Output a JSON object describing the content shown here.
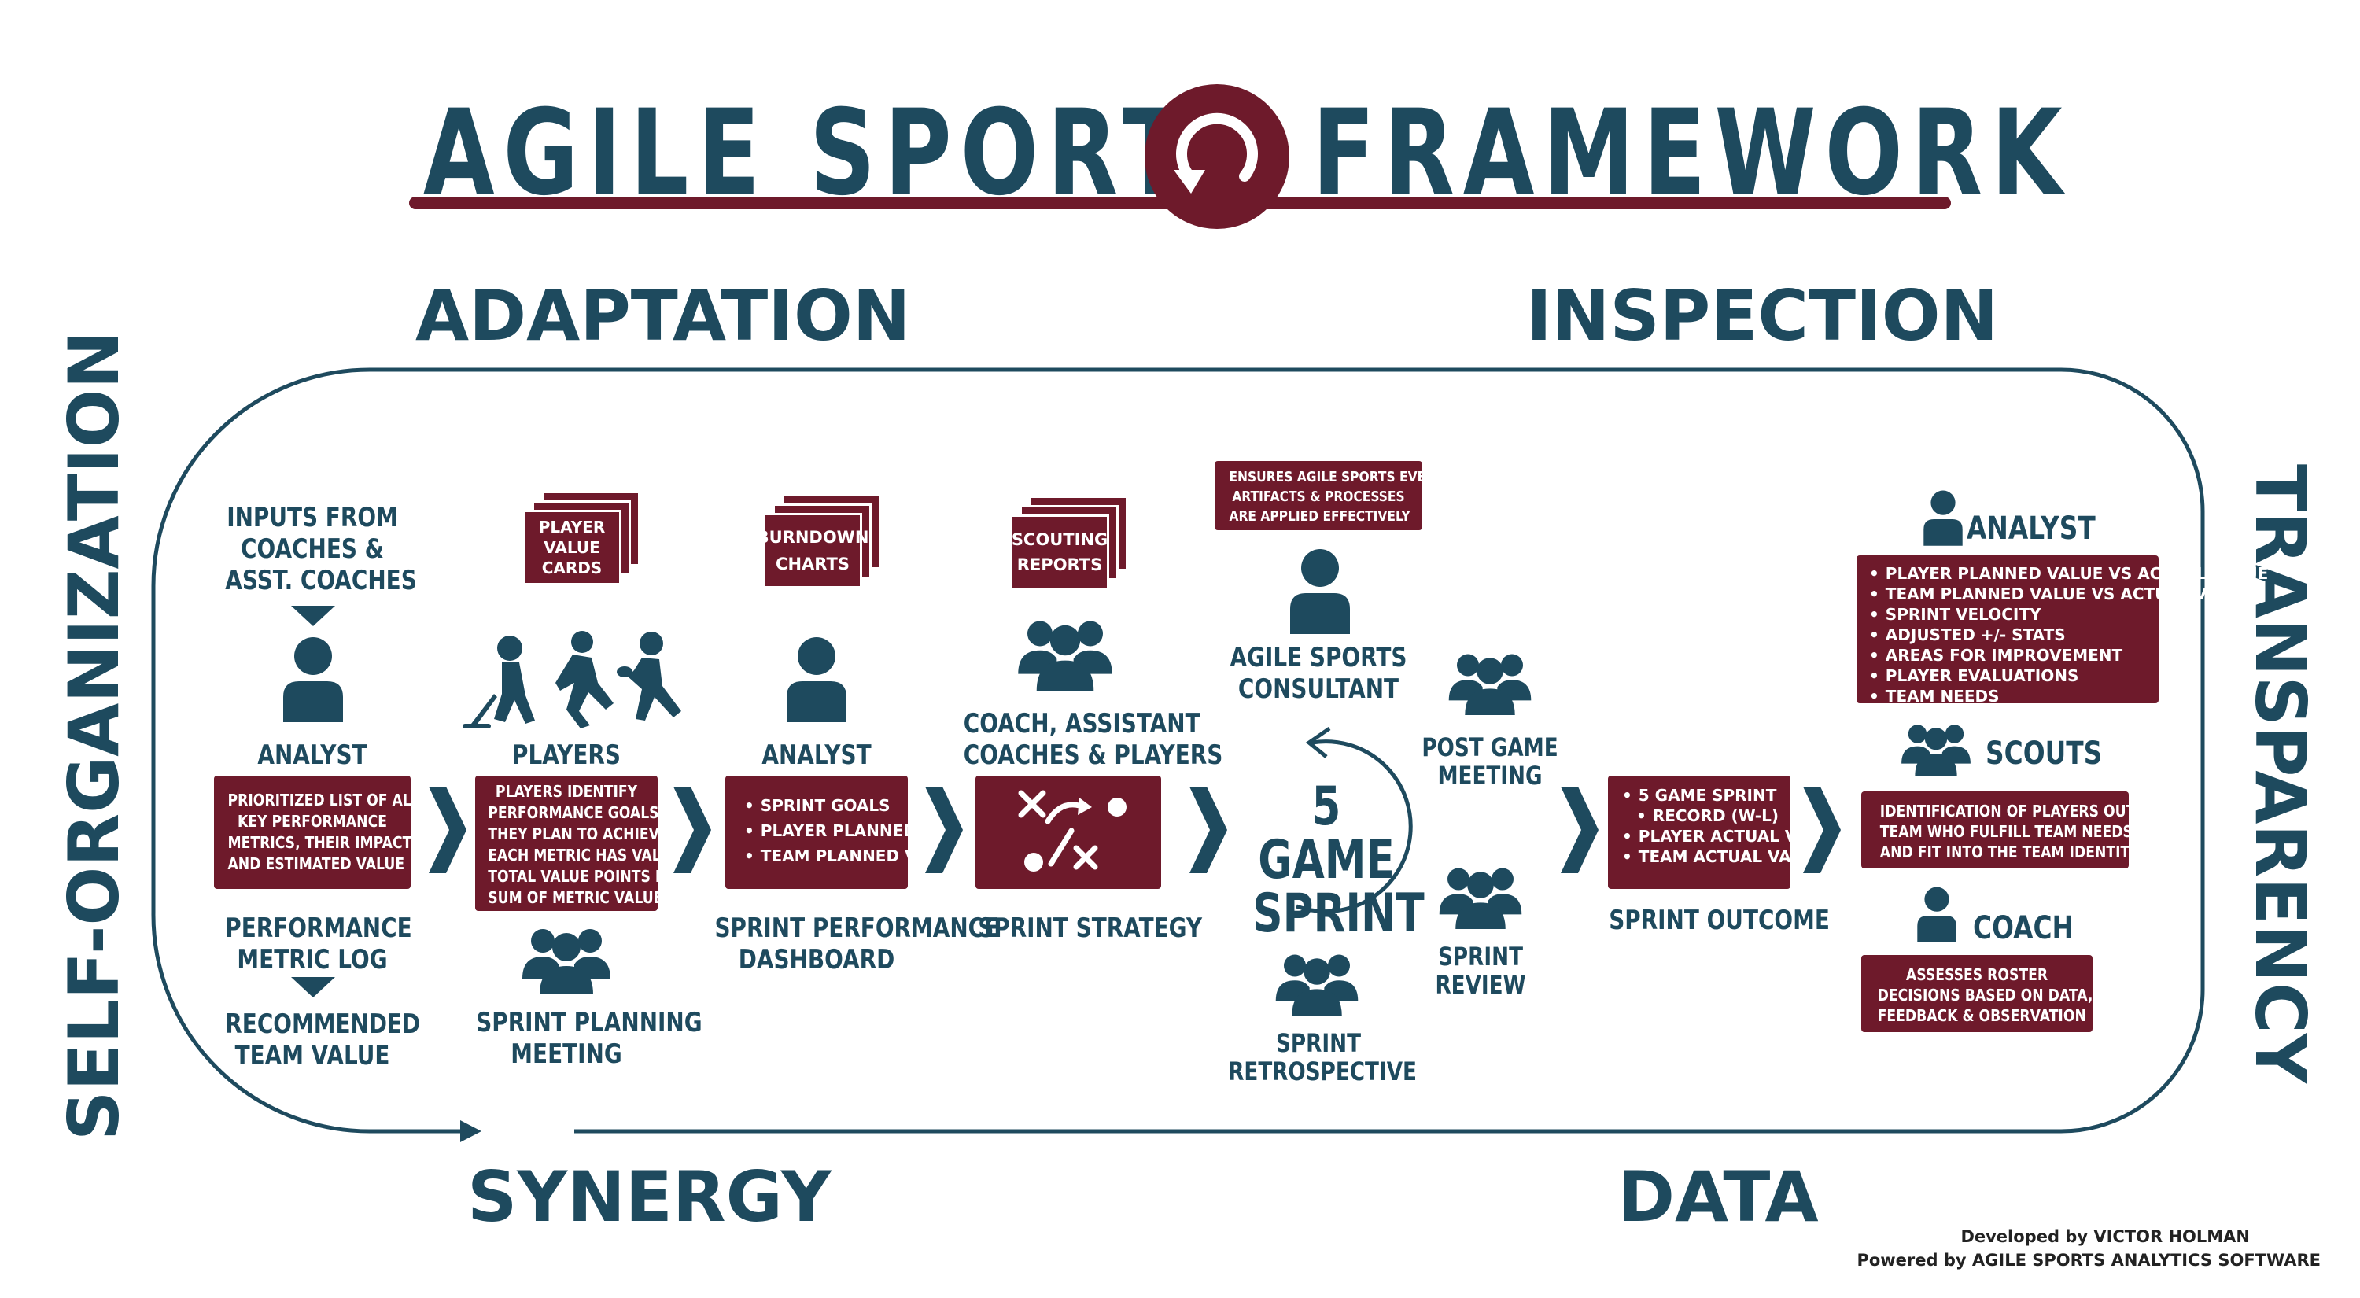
{
  "title": {
    "left": "AGILE SPORTS",
    "right": "FRAMEWORK"
  },
  "corners": {
    "top_left": "ADAPTATION",
    "top_right": "INSPECTION",
    "bottom_left": "SYNERGY",
    "bottom_right": "DATA"
  },
  "sides": {
    "left": "SELF-ORGANIZATION",
    "right": "TRANSPARENCY"
  },
  "col1": {
    "inputs": [
      "INPUTS FROM",
      "COACHES &",
      "ASST. COACHES"
    ],
    "role": "ANALYST",
    "box": [
      "PRIORITIZED LIST OF ALL",
      "KEY PERFORMANCE",
      "METRICS, THEIR IMPACT",
      "AND ESTIMATED VALUE"
    ],
    "below": [
      "PERFORMANCE",
      "METRIC LOG"
    ],
    "result": [
      "RECOMMENDED",
      "TEAM VALUE"
    ]
  },
  "col2": {
    "card": [
      "PLAYER",
      "VALUE",
      "CARDS"
    ],
    "role": "PLAYERS",
    "box": [
      "PLAYERS IDENTIFY",
      "PERFORMANCE GOALS",
      "THEY PLAN TO ACHIEVE.",
      "EACH METRIC HAS VALUE.",
      "TOTAL VALUE POINTS IS",
      "SUM OF METRIC VALUE"
    ],
    "below": [
      "SPRINT PLANNING",
      "MEETING"
    ]
  },
  "col3": {
    "card": [
      "BURNDOWN",
      "CHARTS"
    ],
    "role": "ANALYST",
    "box": [
      "SPRINT GOALS",
      "PLAYER PLANNED VALUE",
      "TEAM PLANNED VALUE"
    ],
    "below": [
      "SPRINT PERFORMANCE",
      "DASHBOARD"
    ]
  },
  "col4": {
    "card": [
      "SCOUTING",
      "REPORTS"
    ],
    "role": [
      "COACH, ASSISTANT",
      "COACHES & PLAYERS"
    ],
    "below": "SPRINT STRATEGY"
  },
  "center": {
    "note": [
      "ENSURES AGILE SPORTS EVENTS,",
      "ARTIFACTS & PROCESSES",
      "ARE APPLIED EFFECTIVELY"
    ],
    "role": [
      "AGILE SPORTS",
      "CONSULTANT"
    ],
    "sprint": [
      "5 GAME",
      "SPRINT"
    ],
    "post_game": [
      "POST GAME",
      "MEETING"
    ],
    "review": [
      "SPRINT",
      "REVIEW"
    ],
    "retro": [
      "SPRINT",
      "RETROSPECTIVE"
    ]
  },
  "outcome": {
    "box": [
      "5 GAME SPRINT",
      "RECORD (W-L)",
      "PLAYER ACTUAL VALUE",
      "TEAM ACTUAL VALUE"
    ],
    "below": "SPRINT OUTCOME"
  },
  "right": {
    "analyst": "ANALYST",
    "analyst_box": [
      "PLAYER PLANNED VALUE VS ACTUAL VALUE",
      "TEAM PLANNED VALUE VS ACTUAL VALUE",
      "SPRINT VELOCITY",
      "ADJUSTED +/- STATS",
      "AREAS FOR IMPROVEMENT",
      "PLAYER EVALUATIONS",
      "TEAM NEEDS"
    ],
    "scouts": "SCOUTS",
    "scouts_box": [
      "IDENTIFICATION OF PLAYERS OUTSIDE",
      "TEAM WHO FULFILL TEAM NEEDS",
      "AND FIT INTO THE TEAM IDENTITY"
    ],
    "coach": "COACH",
    "coach_box": [
      "ASSESSES ROSTER",
      "DECISIONS BASED ON DATA,",
      "FEEDBACK & OBSERVATION"
    ]
  },
  "footer": {
    "line1": "Developed by VICTOR HOLMAN",
    "line2": "Powered by AGILE SPORTS ANALYTICS SOFTWARE"
  },
  "colors": {
    "navy": "#1e4a5e",
    "maroon": "#6e1a2b"
  }
}
